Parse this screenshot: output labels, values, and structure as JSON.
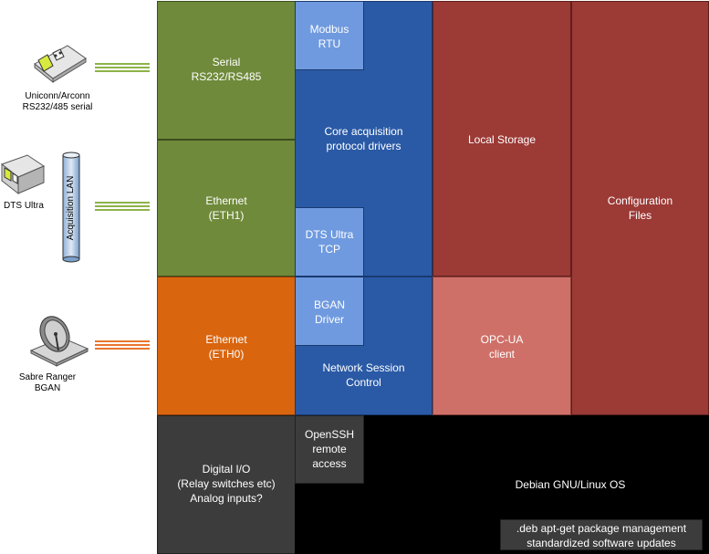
{
  "colors": {
    "green": "#6f8a3a",
    "blue": "#2a5aa6",
    "light_blue": "#6f9adf",
    "dark_red": "#9c3a36",
    "light_red": "#cf7068",
    "orange": "#d9650f",
    "dark_gray": "#3c3c3c",
    "black": "#000000"
  },
  "devices": {
    "uniconn": {
      "label": "Uniconn/Arconn\nRS232/485 serial",
      "icon": "serial-device-icon"
    },
    "dts": {
      "label": "DTS Ultra",
      "icon": "dts-device-icon"
    },
    "lan": {
      "label": "Acquisition LAN",
      "icon": "lan-pipe-icon"
    },
    "bgan": {
      "label": "Sabre Ranger\nBGAN",
      "icon": "satellite-dish-icon"
    }
  },
  "blocks": {
    "serial": "Serial\nRS232/RS485",
    "eth1": "Ethernet\n(ETH1)",
    "eth0": "Ethernet\n(ETH0)",
    "digital_io": "Digital I/O\n(Relay switches etc)\nAnalog inputs?",
    "modbus": "Modbus\nRTU",
    "core": "Core acquisition\nprotocol drivers",
    "dts_tcp": "DTS Ultra\nTCP",
    "bgan_driver": "BGAN\nDriver",
    "network_session": "Network Session\nControl",
    "openssh": "OpenSSH\nremote\naccess",
    "local_storage": "Local Storage",
    "opcua": "OPC-UA\nclient",
    "config": "Configuration\nFiles",
    "debian": "Debian GNU/Linux OS",
    "deb": ".deb apt-get package management\nstandardized software updates"
  }
}
